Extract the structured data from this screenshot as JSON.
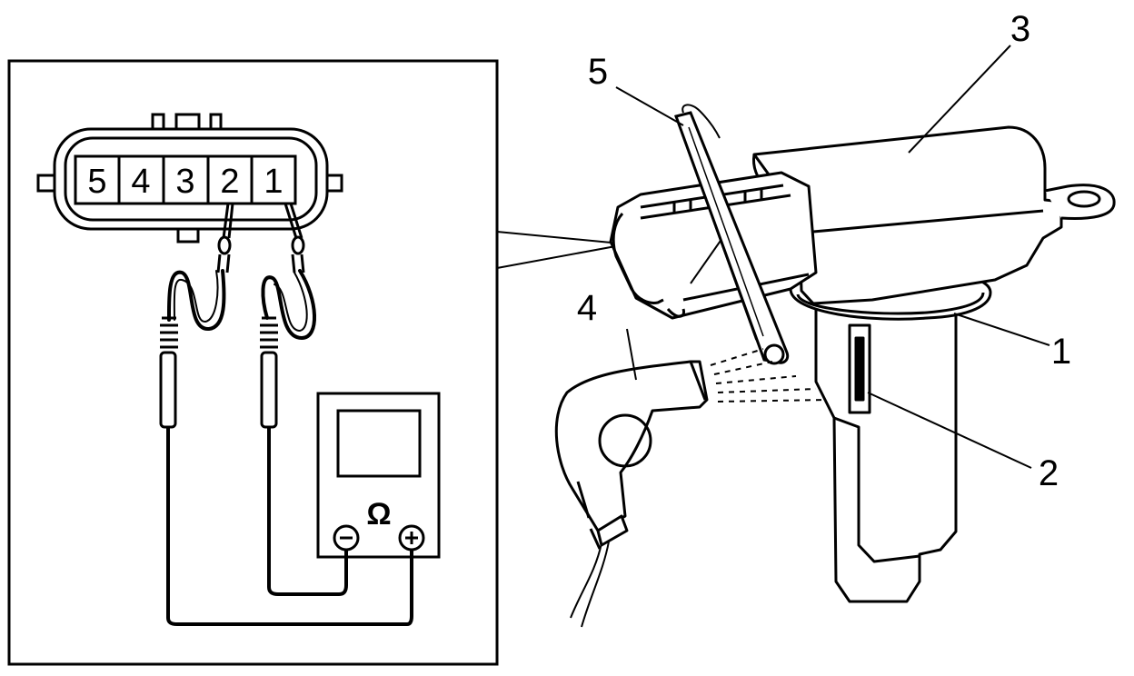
{
  "connector": {
    "pins": [
      "5",
      "4",
      "3",
      "2",
      "1"
    ]
  },
  "meter": {
    "unit_symbol": "Ω",
    "negative_symbol": "−",
    "positive_symbol": "+"
  },
  "callouts": {
    "c1": "1",
    "c2": "2",
    "c3": "3",
    "c4": "4",
    "c5": "5"
  },
  "colors": {
    "line": "#000000",
    "background": "#ffffff"
  }
}
